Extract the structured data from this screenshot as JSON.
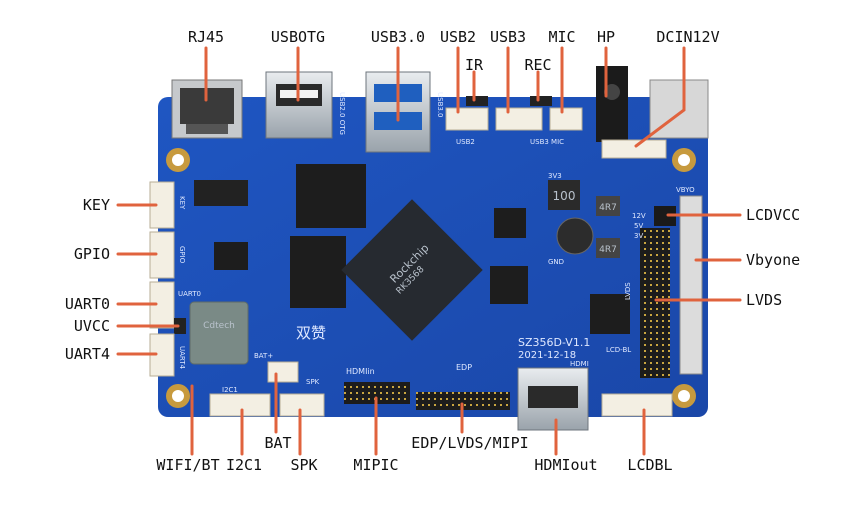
{
  "labels": {
    "rj45": "RJ45",
    "usbotg": "USBOTG",
    "usb30": "USB3.0",
    "usb2": "USB2",
    "usb3": "USB3",
    "mic": "MIC",
    "hp": "HP",
    "dcin12v": "DCIN12V",
    "ir": "IR",
    "rec": "REC",
    "key": "KEY",
    "gpio": "GPIO",
    "uart0": "UART0",
    "uvcc": "UVCC",
    "uart4": "UART4",
    "lcdvcc": "LCDVCC",
    "vbyone": "Vbyone",
    "lvds": "LVDS",
    "wifibt": "WIFI/BT",
    "i2c1": "I2C1",
    "bat": "BAT",
    "spk": "SPK",
    "mipic": "MIPIC",
    "edp_lvds_mipi": "EDP/LVDS/MIPI",
    "hdmiout": "HDMIout",
    "lcdbl": "LCDBL"
  },
  "board": {
    "soc_brand": "Rockchip",
    "soc_model": "RK3568",
    "logo_text": "双赞",
    "version": "SZ356D-V1.1",
    "date": "2021-12-18",
    "inductor_1": "4R7",
    "inductor_2": "4R7",
    "inductor_3": "100",
    "silk_hdmiin": "HDMIin",
    "silk_edp": "EDP",
    "silk_hdmi": "HDMI",
    "silk_lcdbl": "LCD-BL",
    "silk_spk": "SPK",
    "silk_i2c1": "I2C1",
    "silk_bat": "BAT+",
    "silk_vbyo": "VBYO",
    "silk_lvds": "LVDS",
    "silk_uart0": "UART0",
    "silk_gpio": "GPIO",
    "silk_key": "KEY",
    "silk_uart4": "UART4",
    "silk_usb2": "USB2",
    "silk_usb3mic": "USB3 MIC",
    "silk_usbotg": "USB2.0 OTG",
    "silk_usb30": "USB3.0",
    "silk_12v": "12V",
    "silk_5v": "5V",
    "silk_3v": "3V",
    "silk_gnd": "GND",
    "silk_3v3": "3V3",
    "wifi_module": "Cdtech"
  }
}
